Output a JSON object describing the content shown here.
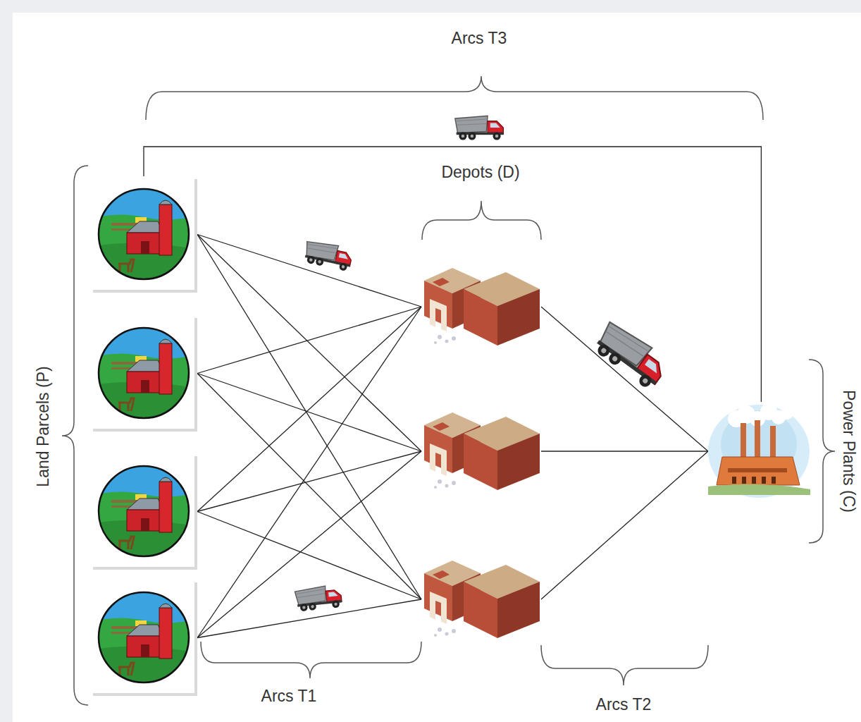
{
  "diagram": {
    "nodes": [
      {
        "text": []
      },
      {
        "text": []
      },
      {
        "text": []
      },
      {
        "text": []
      },
      {
        "text": []
      },
      {
        "text": []
      },
      {
        "text": []
      },
      {
        "text": []
      }
    ],
    "edges": [
      {
        "from": 0,
        "to": 4,
        "arrow": "none"
      },
      {
        "from": 0,
        "to": 5,
        "arrow": "none"
      },
      {
        "from": 0,
        "to": 6,
        "arrow": "none"
      },
      {
        "from": 1,
        "to": 4,
        "arrow": "none"
      },
      {
        "from": 1,
        "to": 5,
        "arrow": "none"
      },
      {
        "from": 1,
        "to": 6,
        "arrow": "none"
      },
      {
        "from": 2,
        "to": 4,
        "arrow": "none"
      },
      {
        "from": 2,
        "to": 5,
        "arrow": "none"
      },
      {
        "from": 2,
        "to": 6,
        "arrow": "none"
      },
      {
        "from": 3,
        "to": 4,
        "arrow": "none"
      },
      {
        "from": 3,
        "to": 5,
        "arrow": "none"
      },
      {
        "from": 3,
        "to": 6,
        "arrow": "none"
      },
      {
        "from": 4,
        "to": 7,
        "arrow": "none"
      },
      {
        "from": 5,
        "to": 7,
        "arrow": "none"
      },
      {
        "from": 6,
        "to": 7,
        "arrow": "none"
      },
      {
        "from": 0,
        "to": 7,
        "arrow": "none"
      }
    ],
    "labels": [
      "Arcs T3",
      "Depots (D)",
      "Land Parcels (P)",
      "Arcs T1",
      "Arcs T2",
      "Power Plants (C)"
    ]
  }
}
